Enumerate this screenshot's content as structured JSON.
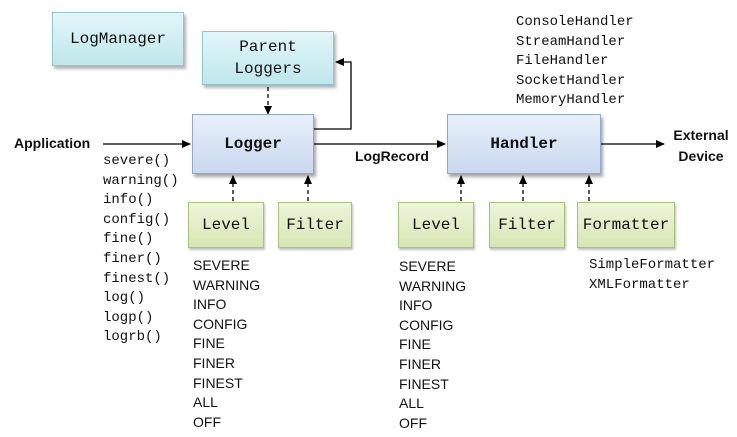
{
  "nodes": {
    "log_manager": "LogManager",
    "parent_loggers": "Parent Loggers",
    "logger": "Logger",
    "handler": "Handler",
    "logger_level": "Level",
    "logger_filter": "Filter",
    "handler_level": "Level",
    "handler_filter": "Filter",
    "formatter": "Formatter"
  },
  "labels": {
    "application": "Application",
    "log_record": "LogRecord",
    "external_device": "External Device"
  },
  "handler_types": [
    "ConsoleHandler",
    "StreamHandler",
    "FileHandler",
    "SocketHandler",
    "MemoryHandler"
  ],
  "logger_methods": [
    "severe()",
    "warning()",
    "info()",
    "config()",
    "fine()",
    "finer()",
    "finest()",
    "log()",
    "logp()",
    "logrb()"
  ],
  "levels": [
    "SEVERE",
    "WARNING",
    "INFO",
    "CONFIG",
    "FINE",
    "FINER",
    "FINEST",
    "ALL",
    "OFF"
  ],
  "formatter_types": [
    "SimpleFormatter",
    "XMLFormatter"
  ]
}
